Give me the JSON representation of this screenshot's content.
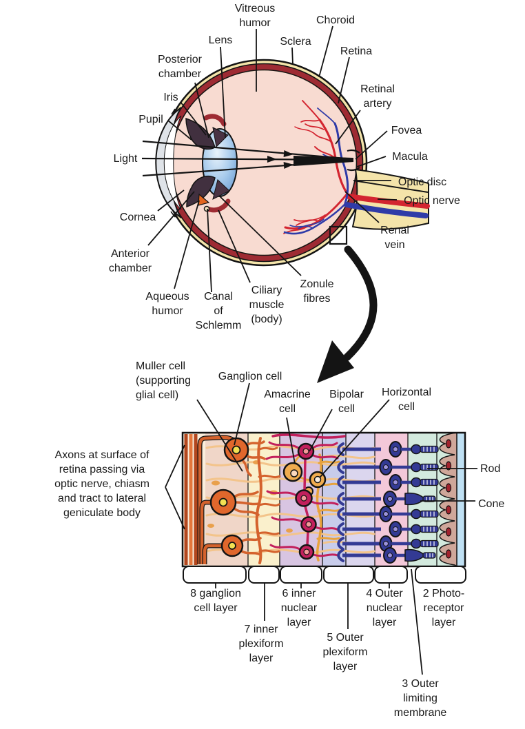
{
  "palette": {
    "outline": "#141414",
    "sclera_cream": "#F4E4AA",
    "choroid_red": "#9E2B33",
    "vitreous_pink": "#F8DBD1",
    "cornea_gray": "#DFE3E8",
    "lens_blue": "#79A9DC",
    "iris_dark": "#41303F",
    "artery_red": "#D32530",
    "vein_blue": "#2F3BA8",
    "axon_orange": "#D4622D",
    "ganglion_orange": "#E0672C",
    "nucleus_yellow": "#F2E053",
    "amacrine_yellow": "#F0AC4F",
    "bipolar_magenta": "#C2205C",
    "photoreceptor_blue": "#333A94",
    "band_axon_cream": "#FAEEDC",
    "band_ganglion_pink": "#F0D6C8",
    "band_plexiform_cream": "#FAF0CC",
    "band_nuclear_purple": "#D8C5E2",
    "band_lavender": "#C8CCEB",
    "band_pale_lavender": "#DBD6EE",
    "band_outer_pink": "#F3C8D9",
    "band_mint": "#D3EADE",
    "band_pigment_tan": "#CFA79A",
    "band_membrane_blue": "#BFE0F3",
    "muller_fiber": "#F3C48B",
    "pigment_nucleus_red": "#A2232E"
  },
  "eye": {
    "labels": {
      "vitreous_humor": "Vitreous\nhumor",
      "choroid": "Choroid",
      "lens": "Lens",
      "sclera": "Sclera",
      "retina": "Retina",
      "posterior_chamber": "Posterior\nchamber",
      "iris": "Iris",
      "pupil": "Pupil",
      "light": "Light",
      "cornea": "Cornea",
      "anterior_chamber": "Anterior\nchamber",
      "aqueous_humor": "Aqueous\nhumor",
      "canal_of_schlemm": "Canal\nof\nSchlemm",
      "ciliary_muscle": "Ciliary\nmuscle\n(body)",
      "zonule_fibres": "Zonule\nfibres",
      "retinal_artery": "Retinal\nartery",
      "fovea": "Fovea",
      "macula": "Macula",
      "optic_disc": "Optic disc",
      "optic_nerve": "Optic nerve",
      "renal_vein": "Renal\nvein"
    }
  },
  "retina": {
    "labels": {
      "muller_cell": "Muller cell\n(supporting\nglial cell)",
      "ganglion_cell": "Ganglion cell",
      "amacrine_cell": "Amacrine\ncell",
      "bipolar_cell": "Bipolar\ncell",
      "horizontal_cell": "Horizontal\ncell",
      "axons": "Axons at surface of\nretina passing via\noptic nerve, chiasm\nand tract to lateral\ngeniculate body",
      "rod": "Rod",
      "cone": "Cone"
    },
    "layers": {
      "l8": "8 ganglion\ncell layer",
      "l7": "7 inner\nplexiform\nlayer",
      "l6": "6 inner\nnuclear\nlayer",
      "l5": "5 Outer\nplexiform\nlayer",
      "l4": "4 Outer\nnuclear\nlayer",
      "l3": "3 Outer\nlimiting\nmembrane",
      "l2": "2 Photo-\nreceptor\nlayer"
    }
  }
}
